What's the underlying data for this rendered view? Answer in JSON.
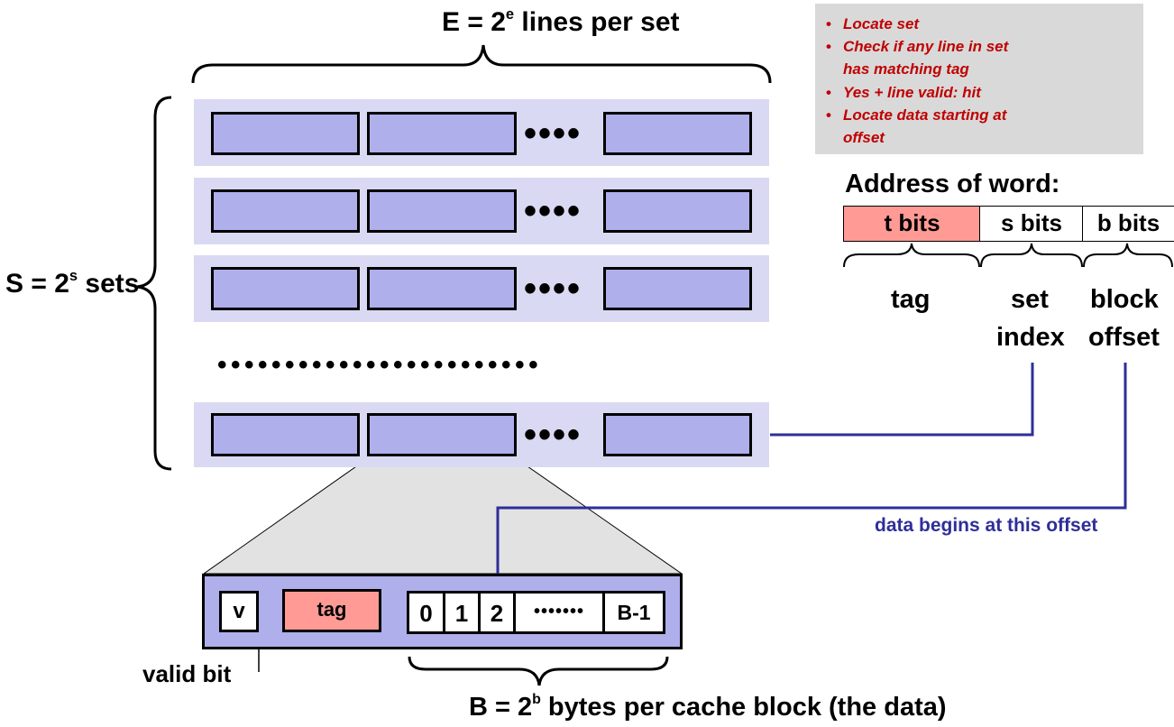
{
  "labels": {
    "lines_per_set": {
      "prefix": "E = 2",
      "sup": "e",
      "suffix": " lines per set"
    },
    "sets": {
      "prefix": "S = 2",
      "sup": "s",
      "suffix": " sets"
    },
    "bytes_per_block": {
      "prefix": "B = 2",
      "sup": "b",
      "suffix": " bytes per cache block (the data)"
    },
    "valid_bit": "valid bit",
    "address_of_word": "Address of word:",
    "data_begins": "data begins at this offset",
    "tag_field": "tag",
    "set_index_line1": "set",
    "set_index_line2": "index",
    "block_offset_line1": "block",
    "block_offset_line2": "offset"
  },
  "steps": [
    "Locate set",
    "Check if any line in set has matching tag",
    "Yes + line valid: hit",
    "Locate data starting at offset"
  ],
  "address_fields": [
    "t bits",
    "s bits",
    "b bits"
  ],
  "cache_line": {
    "valid": "v",
    "tag": "tag",
    "bytes": [
      "0",
      "1",
      "2"
    ],
    "ellipsis": "•••••••",
    "last_byte": "B-1"
  },
  "dots_glyph": "••••",
  "sets_ellipsis": "••••••••••••••••••••••••",
  "colors": {
    "set_band": "#d9d9f3",
    "line_fill": "#afafeb",
    "tag_fill": "#ff9a95",
    "note_bg": "#d9d9d9",
    "note_text": "#c00000",
    "connector": "#2e2e9a"
  }
}
